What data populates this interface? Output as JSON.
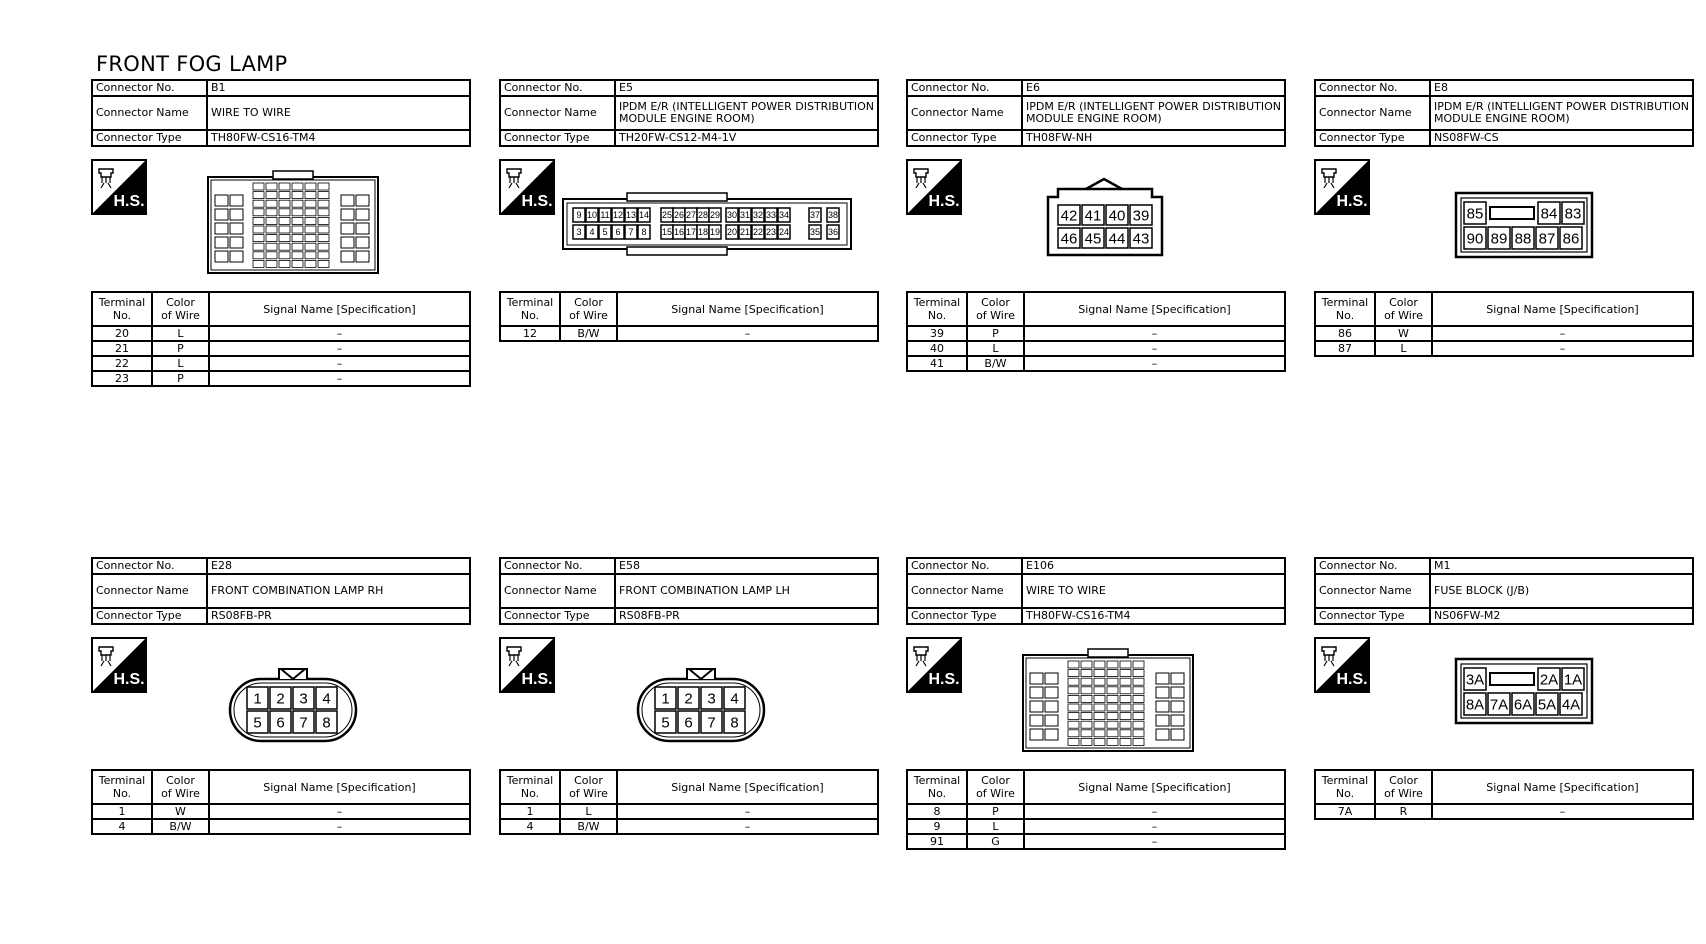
{
  "page": {
    "title": "FRONT FOG LAMP"
  },
  "labels": {
    "connector_no": "Connector No.",
    "connector_name": "Connector Name",
    "connector_type": "Connector Type",
    "terminal_no": [
      "Terminal",
      "No."
    ],
    "color_of_wire": [
      "Color",
      "of Wire"
    ],
    "signal_name": "Signal Name [Specification]",
    "hs_text": "H.S."
  },
  "connectors": [
    {
      "no": "B1",
      "name": "WIRE TO WIRE",
      "type": "TH80FW-CS16-TM4",
      "rows": [
        {
          "t": "20",
          "c": "L",
          "s": "–"
        },
        {
          "t": "21",
          "c": "P",
          "s": "–"
        },
        {
          "t": "22",
          "c": "L",
          "s": "–"
        },
        {
          "t": "23",
          "c": "P",
          "s": "–"
        }
      ]
    },
    {
      "no": "E5",
      "name": "IPDM E/R (INTELLIGENT POWER DISTRIBUTION MODULE ENGINE ROOM)",
      "type": "TH20FW-CS12-M4-1V",
      "rows": [
        {
          "t": "12",
          "c": "B/W",
          "s": "–"
        }
      ]
    },
    {
      "no": "E6",
      "name": "IPDM E/R (INTELLIGENT POWER DISTRIBUTION MODULE ENGINE ROOM)",
      "type": "TH08FW-NH",
      "rows": [
        {
          "t": "39",
          "c": "P",
          "s": "–"
        },
        {
          "t": "40",
          "c": "L",
          "s": "–"
        },
        {
          "t": "41",
          "c": "B/W",
          "s": "–"
        }
      ]
    },
    {
      "no": "E8",
      "name": "IPDM E/R (INTELLIGENT POWER DISTRIBUTION MODULE ENGINE ROOM)",
      "type": "NS08FW-CS",
      "rows": [
        {
          "t": "86",
          "c": "W",
          "s": "–"
        },
        {
          "t": "87",
          "c": "L",
          "s": "–"
        }
      ]
    },
    {
      "no": "E28",
      "name": "FRONT COMBINATION LAMP RH",
      "type": "RS08FB-PR",
      "rows": [
        {
          "t": "1",
          "c": "W",
          "s": "–"
        },
        {
          "t": "4",
          "c": "B/W",
          "s": "–"
        }
      ]
    },
    {
      "no": "E58",
      "name": "FRONT COMBINATION LAMP LH",
      "type": "RS08FB-PR",
      "rows": [
        {
          "t": "1",
          "c": "L",
          "s": "–"
        },
        {
          "t": "4",
          "c": "B/W",
          "s": "–"
        }
      ]
    },
    {
      "no": "E106",
      "name": "WIRE TO WIRE",
      "type": "TH80FW-CS16-TM4",
      "rows": [
        {
          "t": "8",
          "c": "P",
          "s": "–"
        },
        {
          "t": "9",
          "c": "L",
          "s": "–"
        },
        {
          "t": "91",
          "c": "G",
          "s": "–"
        }
      ]
    },
    {
      "no": "M1",
      "name": "FUSE BLOCK (J/B)",
      "type": "NS06FW-M2",
      "rows": [
        {
          "t": "7A",
          "c": "R",
          "s": "–"
        }
      ]
    }
  ],
  "pin_labels": {
    "e5_top": [
      "9",
      "10",
      "11",
      "12",
      "13",
      "14",
      "25",
      "26",
      "27",
      "28",
      "29",
      "30",
      "31",
      "32",
      "33",
      "34",
      "37",
      "38"
    ],
    "e5_bottom": [
      "3",
      "4",
      "5",
      "6",
      "7",
      "8",
      "15",
      "16",
      "17",
      "18",
      "19",
      "20",
      "21",
      "22",
      "23",
      "24",
      "35",
      "36"
    ],
    "e6_top": [
      "42",
      "41",
      "40",
      "39"
    ],
    "e6_bottom": [
      "46",
      "45",
      "44",
      "43"
    ],
    "e8_top": [
      "85",
      "84",
      "83"
    ],
    "e8_bottom": [
      "90",
      "89",
      "88",
      "87",
      "86"
    ],
    "lamp_top": [
      "1",
      "2",
      "3",
      "4"
    ],
    "lamp_bottom": [
      "5",
      "6",
      "7",
      "8"
    ],
    "m1_top": [
      "3A",
      "2A",
      "1A"
    ],
    "m1_bottom": [
      "8A",
      "7A",
      "6A",
      "5A",
      "4A"
    ]
  }
}
